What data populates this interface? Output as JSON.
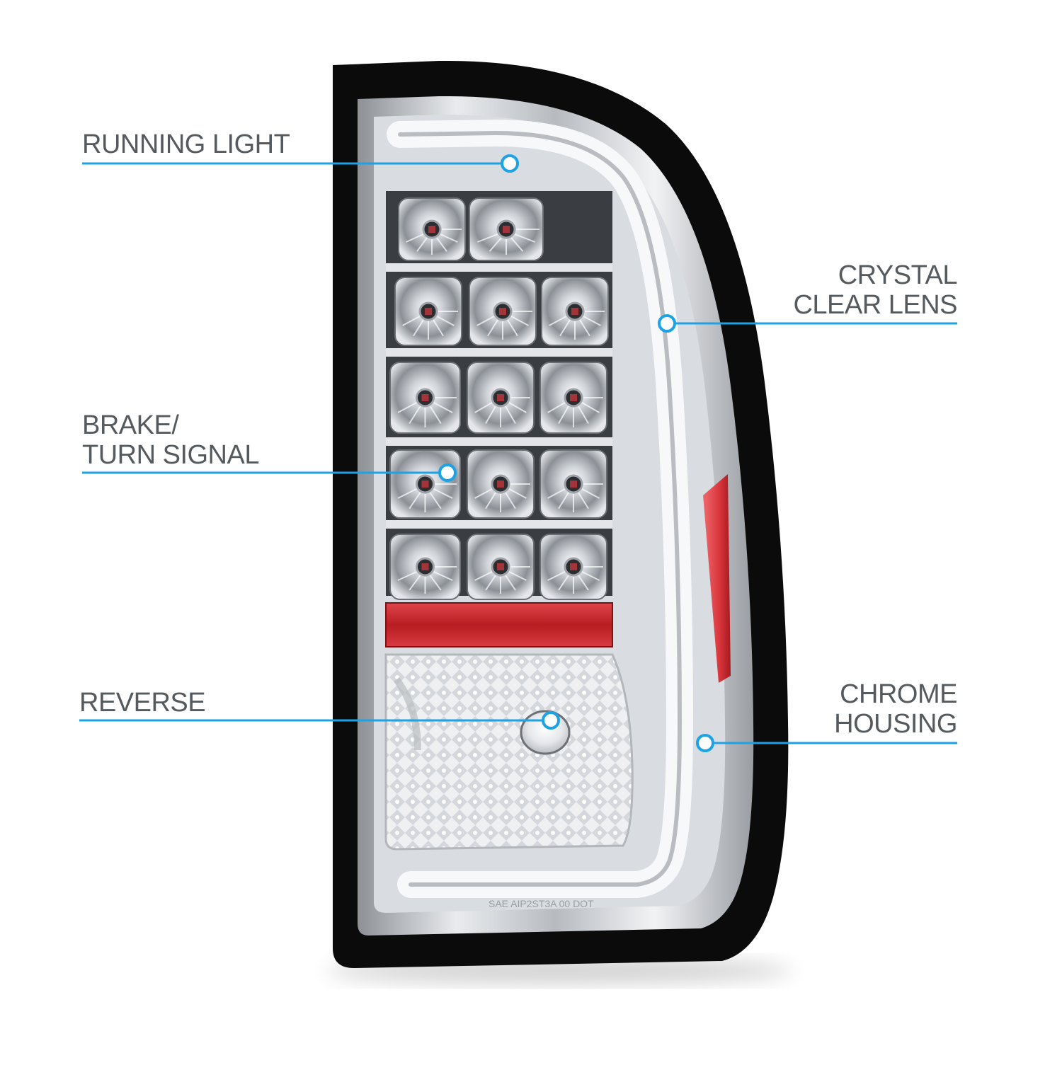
{
  "accent_color": "#1ea2e6",
  "lamp": {
    "housing_color": "#0b0b0c",
    "marker_color": "#c8262b",
    "lens_markings": "SAE AIP2ST3A 00 DOT"
  },
  "callouts": [
    {
      "id": "running-light",
      "lines": [
        "RUNNING LIGHT"
      ]
    },
    {
      "id": "crystal-clear-lens",
      "lines": [
        "CRYSTAL",
        "CLEAR LENS"
      ]
    },
    {
      "id": "brake-turn-signal",
      "lines": [
        "BRAKE/",
        "TURN SIGNAL"
      ]
    },
    {
      "id": "reverse",
      "lines": [
        "REVERSE"
      ]
    },
    {
      "id": "chrome-housing",
      "lines": [
        "CHROME",
        "HOUSING"
      ]
    }
  ]
}
